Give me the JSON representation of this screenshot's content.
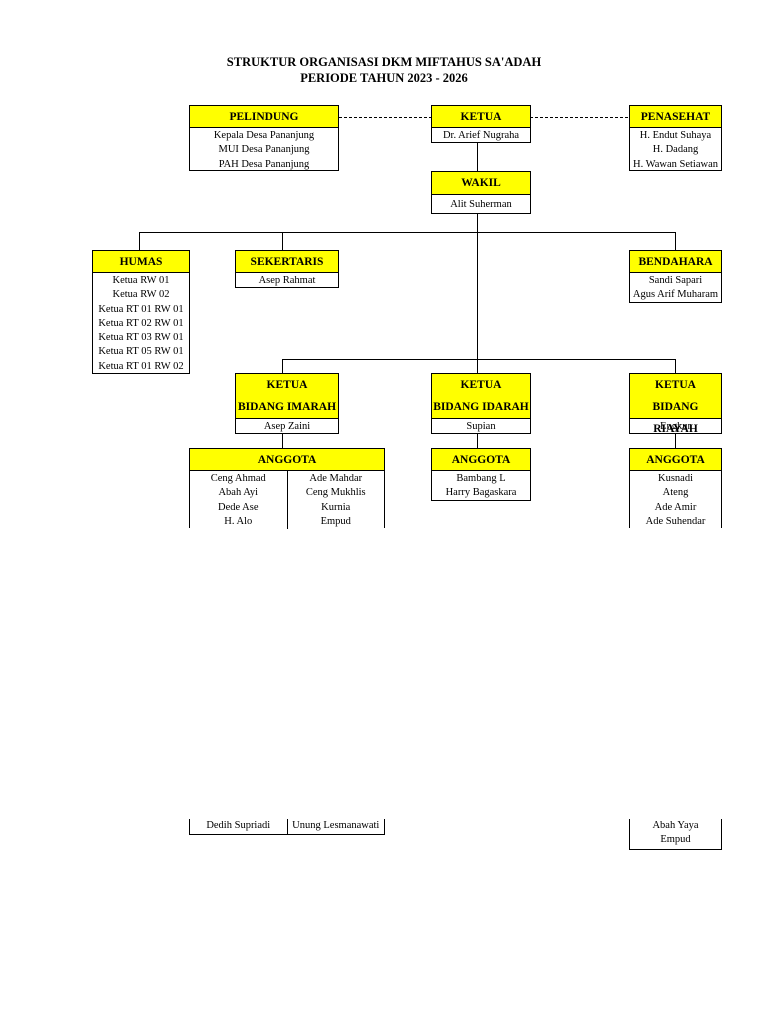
{
  "title": {
    "line1": "STRUKTUR ORGANISASI DKM MIFTAHUS SA'ADAH",
    "line2": "PERIODE TAHUN 2023 - 2026"
  },
  "pelindung": {
    "label": "PELINDUNG",
    "members": [
      "Kepala Desa Pananjung",
      "MUI Desa Pananjung",
      "PAH Desa Pananjung"
    ]
  },
  "ketua": {
    "label": "KETUA",
    "members": [
      "Dr. Arief Nugraha"
    ]
  },
  "penasehat": {
    "label": "PENASEHAT",
    "members": [
      "H. Endut Suhaya",
      "H. Dadang",
      "H. Wawan Setiawan"
    ]
  },
  "wakil": {
    "label": "WAKIL",
    "members": [
      "Alit Suherman"
    ]
  },
  "humas": {
    "label": "HUMAS",
    "members": [
      "Ketua RW 01",
      "Ketua RW 02",
      "Ketua RT 01 RW 01",
      "Ketua RT 02 RW 01",
      "Ketua RT 03 RW 01",
      "Ketua RT 05 RW 01",
      "Ketua RT 01 RW 02"
    ]
  },
  "sekertaris": {
    "label": "SEKERTARIS",
    "members": [
      "Asep Rahmat"
    ]
  },
  "bendahara": {
    "label": "BENDAHARA",
    "members": [
      "Sandi Sapari",
      "Agus Arif Muharam"
    ]
  },
  "imarah": {
    "label_line1": "KETUA",
    "label_line2": "BIDANG IMARAH",
    "head": "Asep Zaini",
    "anggota_label": "ANGGOTA",
    "col1": [
      "Ceng Ahmad",
      "Abah Ayi",
      "Dede Ase",
      "H. Alo"
    ],
    "col2": [
      "Ade Mahdar",
      "Ceng Mukhlis",
      "Kurnia",
      "Empud"
    ],
    "col1_tail": "Dedih Supriadi",
    "col2_tail": "Unung Lesmanawati"
  },
  "idarah": {
    "label_line1": "KETUA",
    "label_line2": "BIDANG IDARAH",
    "head": "Supian",
    "anggota_label": "ANGGOTA",
    "members": [
      "Bambang L",
      "Harry Bagaskara"
    ]
  },
  "riayah": {
    "label_line1": "KETUA",
    "label_line2": "BIDANG RIAYAH",
    "head": "Engkur",
    "anggota_label": "ANGGOTA",
    "members": [
      "Kusnadi",
      "Ateng",
      "Ade Amir",
      "Ade Suhendar"
    ],
    "tail": [
      "Abah Yaya",
      "Empud"
    ]
  },
  "colors": {
    "header_fill": "#ffff00",
    "line": "#000000"
  }
}
